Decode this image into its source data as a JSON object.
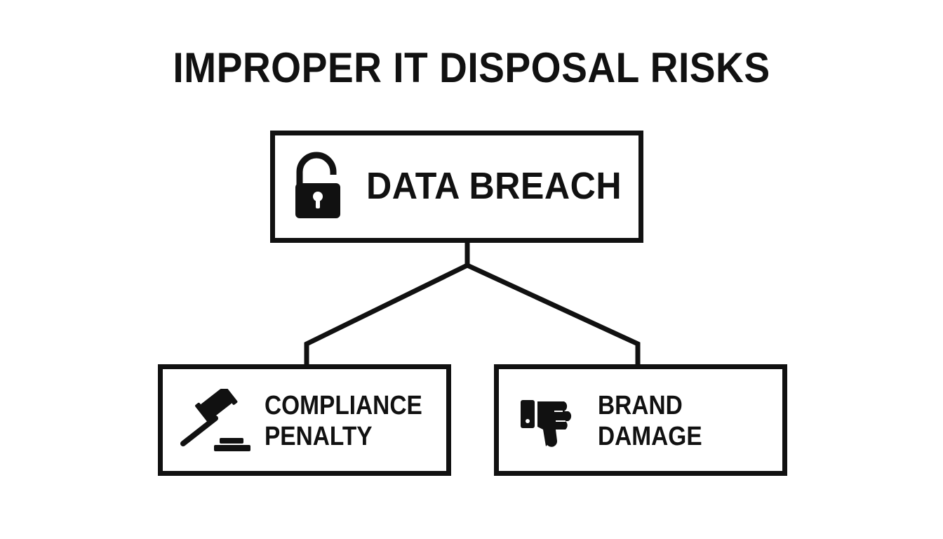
{
  "title": "IMPROPER IT DISPOSAL RISKS",
  "root": {
    "label": "DATA BREACH",
    "icon": "unlocked-padlock-icon"
  },
  "children": [
    {
      "label_line1": "COMPLIANCE",
      "label_line2": "PENALTY",
      "icon": "gavel-icon"
    },
    {
      "label_line1": "BRAND",
      "label_line2": "DAMAGE",
      "icon": "thumbs-down-icon"
    }
  ],
  "colors": {
    "ink": "#111111",
    "background": "#ffffff"
  }
}
